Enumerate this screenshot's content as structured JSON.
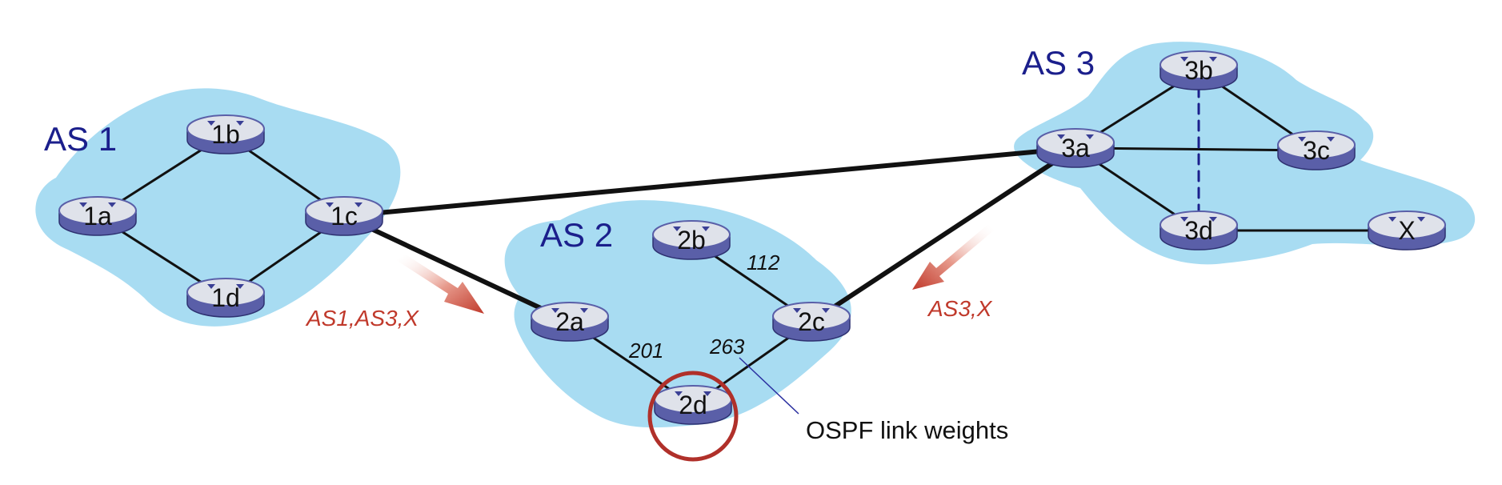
{
  "colors": {
    "cloud": "#a8dcf2",
    "as_label": "#1b1f8c",
    "path_announcement": "#c0392b",
    "highlight_circle": "#b0302a",
    "router_top": "#dfe2ea",
    "router_side": "#5a5fa8",
    "router_mark": "#3a3f95",
    "ospf_pointer": "#2a2fa0"
  },
  "autonomous_systems": [
    {
      "id": "as1",
      "label": "AS 1"
    },
    {
      "id": "as2",
      "label": "AS 2"
    },
    {
      "id": "as3",
      "label": "AS 3"
    }
  ],
  "routers": [
    {
      "id": "1a",
      "label": "1a"
    },
    {
      "id": "1b",
      "label": "1b"
    },
    {
      "id": "1c",
      "label": "1c"
    },
    {
      "id": "1d",
      "label": "1d"
    },
    {
      "id": "2a",
      "label": "2a"
    },
    {
      "id": "2b",
      "label": "2b"
    },
    {
      "id": "2c",
      "label": "2c"
    },
    {
      "id": "2d",
      "label": "2d"
    },
    {
      "id": "3a",
      "label": "3a"
    },
    {
      "id": "3b",
      "label": "3b"
    },
    {
      "id": "3c",
      "label": "3c"
    },
    {
      "id": "3d",
      "label": "3d"
    },
    {
      "id": "x",
      "label": "X"
    }
  ],
  "links": [
    {
      "from": "1a",
      "to": "1b",
      "style": "intra"
    },
    {
      "from": "1a",
      "to": "1d",
      "style": "intra"
    },
    {
      "from": "1b",
      "to": "1c",
      "style": "intra"
    },
    {
      "from": "1d",
      "to": "1c",
      "style": "intra"
    },
    {
      "from": "2b",
      "to": "2c",
      "style": "intra",
      "weight": "112"
    },
    {
      "from": "2a",
      "to": "2d",
      "style": "intra",
      "weight": "201"
    },
    {
      "from": "2c",
      "to": "2d",
      "style": "intra",
      "weight": "263"
    },
    {
      "from": "3a",
      "to": "3b",
      "style": "intra"
    },
    {
      "from": "3a",
      "to": "3c",
      "style": "intra"
    },
    {
      "from": "3a",
      "to": "3d",
      "style": "intra"
    },
    {
      "from": "3b",
      "to": "3c",
      "style": "intra"
    },
    {
      "from": "3b",
      "to": "3d",
      "style": "dashed"
    },
    {
      "from": "3d",
      "to": "x",
      "style": "intra"
    },
    {
      "from": "1c",
      "to": "3a",
      "style": "inter"
    },
    {
      "from": "1c",
      "to": "2a",
      "style": "inter"
    },
    {
      "from": "2c",
      "to": "3a",
      "style": "inter"
    }
  ],
  "path_announcements": [
    {
      "id": "ann-1",
      "text": "AS1,AS3,X"
    },
    {
      "id": "ann-2",
      "text": "AS3,X"
    }
  ],
  "highlighted_router": "2d",
  "annotation": "OSPF link weights"
}
